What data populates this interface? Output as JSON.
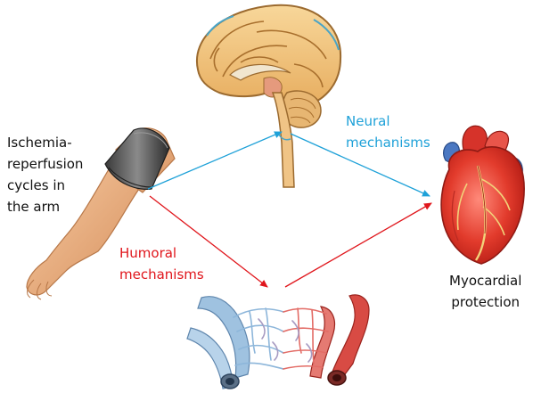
{
  "labels": {
    "ischemia": "Ischemia-\nreperfusion\ncycles in\nthe arm",
    "neural": "Neural\nmechanisms",
    "humoral": "Humoral\nmechanisms",
    "myocardial": "Myocardial\nprotection"
  },
  "colors": {
    "neural": "#1ea1d8",
    "humoral": "#e0161c",
    "text": "#111111"
  },
  "icons": [
    "brain-icon",
    "arm-with-cuff-icon",
    "heart-icon",
    "capillary-network-icon"
  ]
}
